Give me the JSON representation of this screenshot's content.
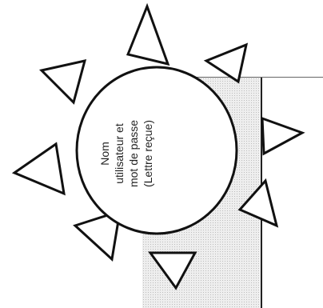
{
  "sun": {
    "label_lines": [
      "Nom",
      "utilisateur et",
      "mot de passe",
      "(Lettre reçue)"
    ]
  },
  "colors": {
    "stroke": "#111111",
    "fill": "#ffffff",
    "shade": "#e6e6e6"
  }
}
